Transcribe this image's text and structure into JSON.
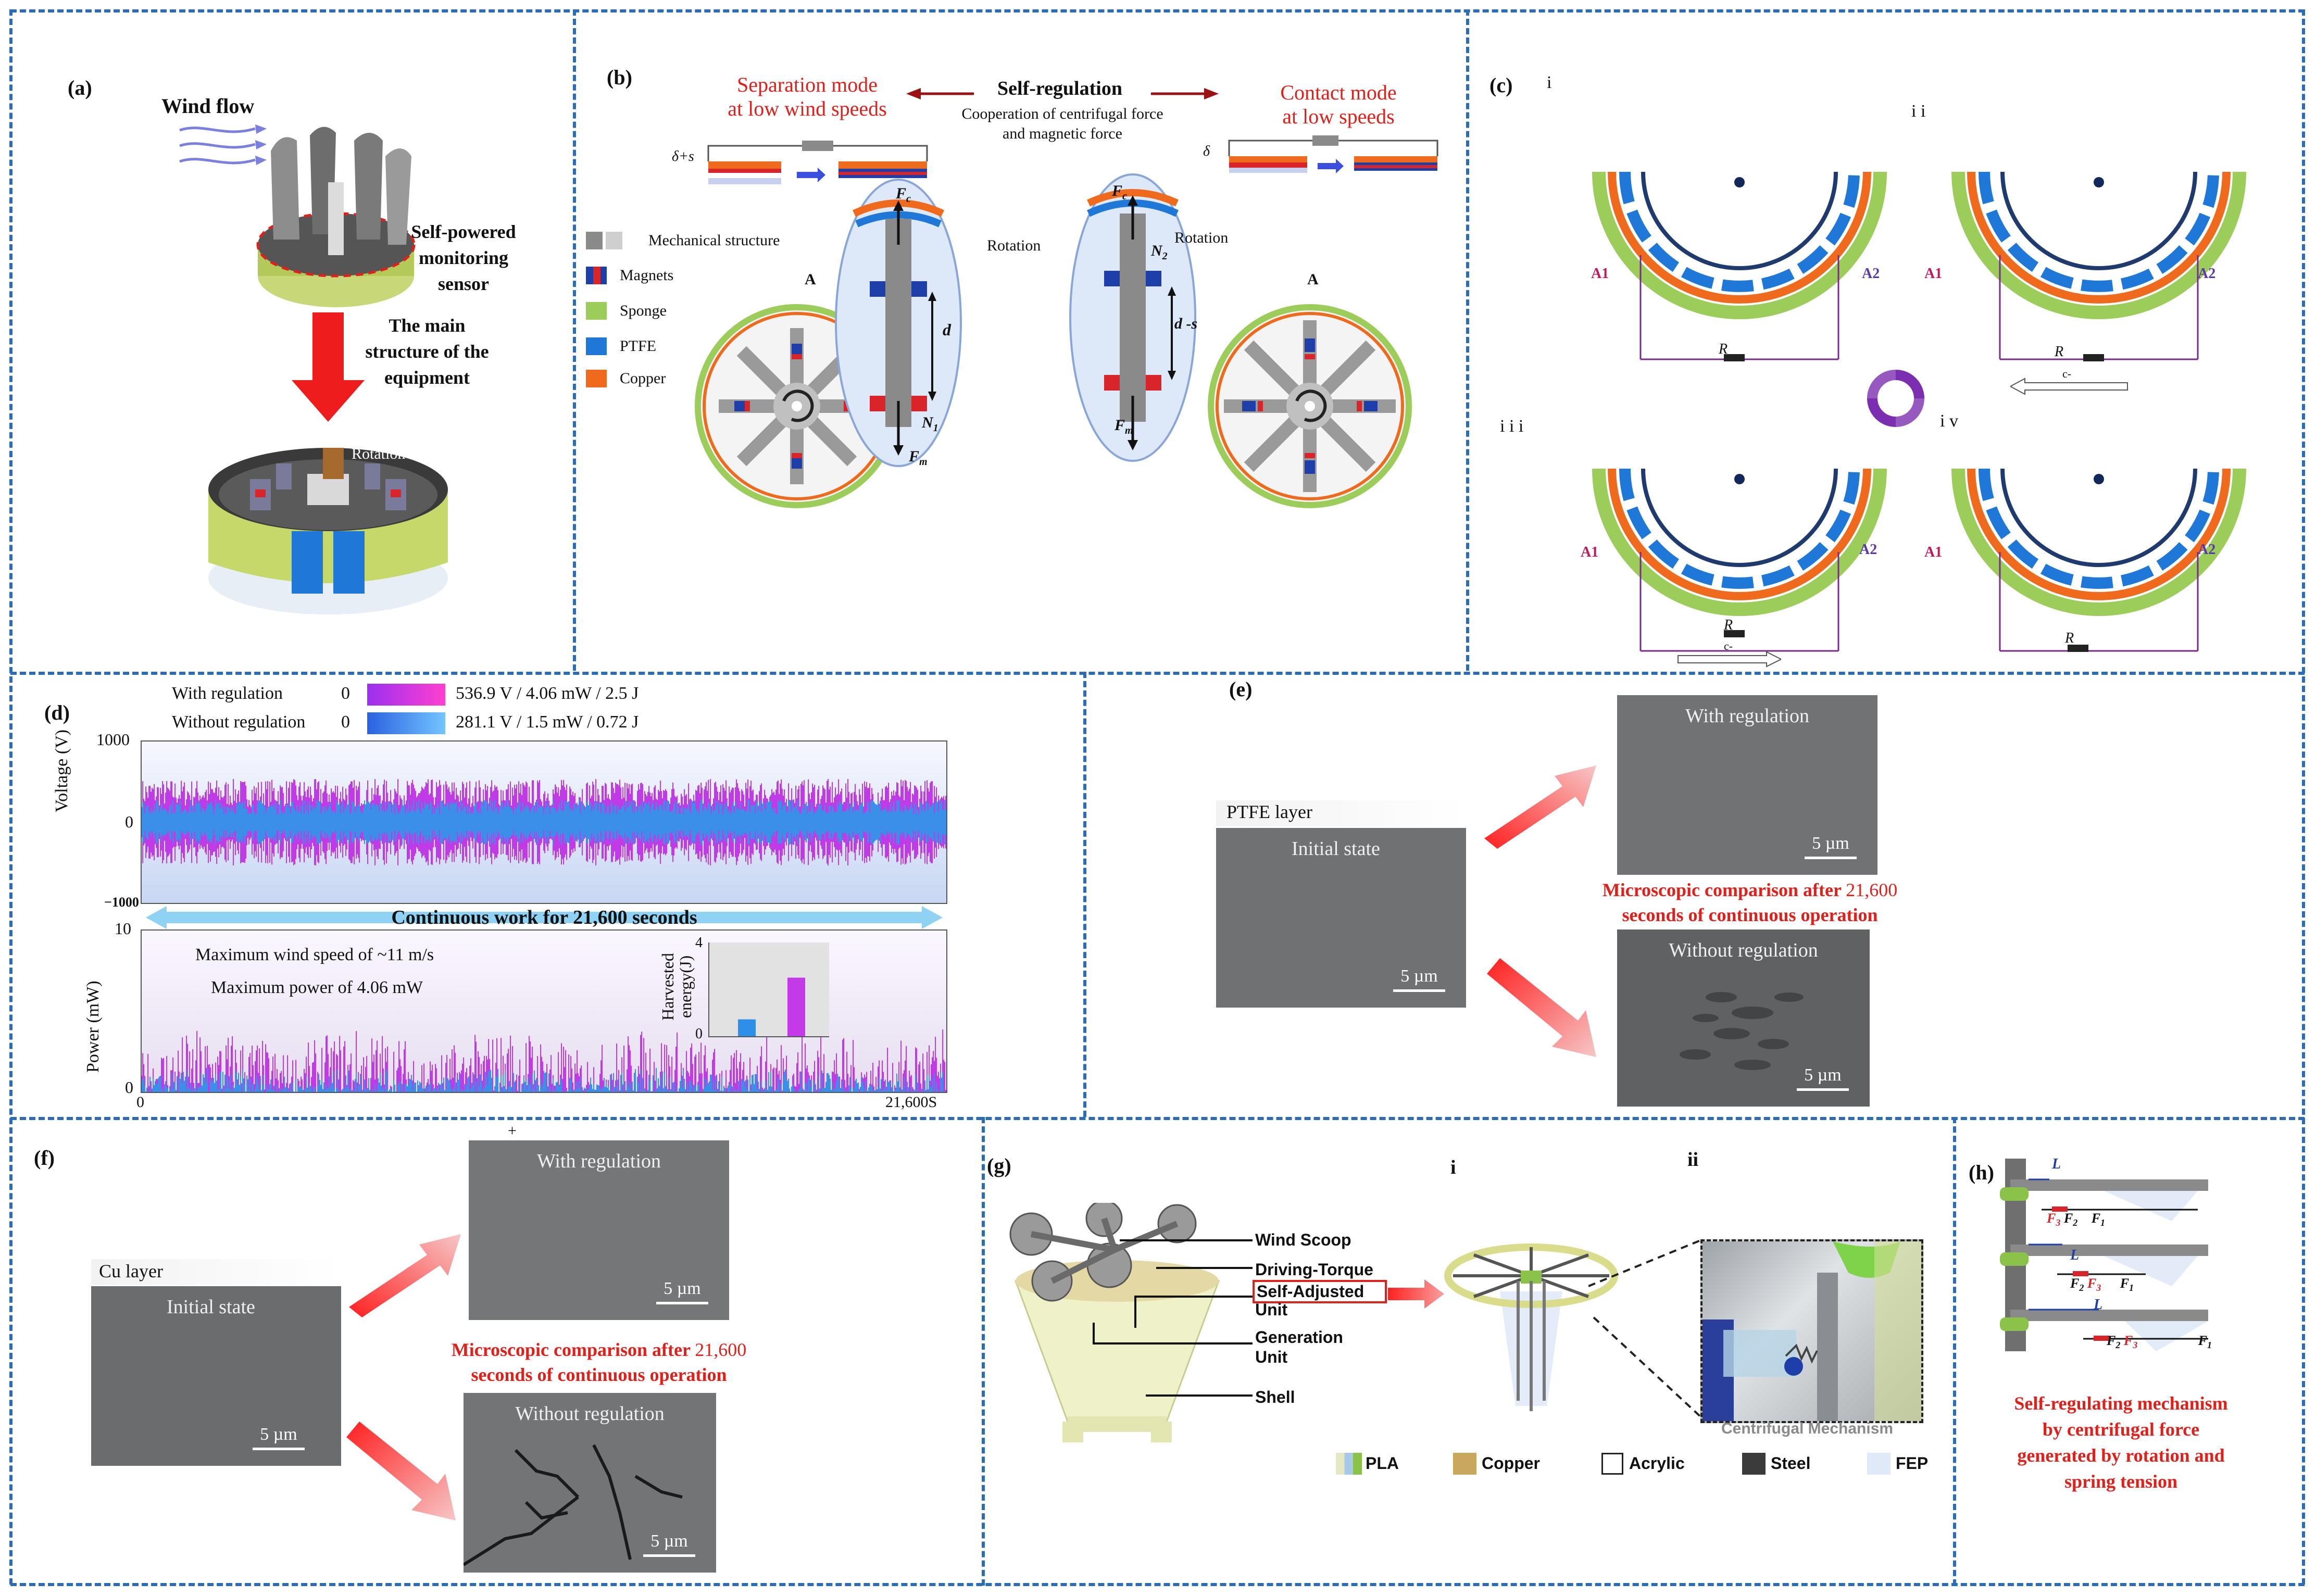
{
  "panels": {
    "a": {
      "label": "(a)",
      "wind_flow": "Wind flow",
      "sensor_line1": "Self-powered",
      "sensor_line2": "monitoring",
      "sensor_line3": "sensor",
      "main_line1": "The main",
      "main_line2": "structure of the",
      "main_line3": "equipment",
      "rotation": "Rotation"
    },
    "b": {
      "label": "(b)",
      "separation_line1": "Separation mode",
      "separation_line2": "at low wind speeds",
      "self_regulation": "Self-regulation",
      "cooperation_line1": "Cooperation of centrifugal force",
      "cooperation_line2": "and magnetic force",
      "contact_line1": "Contact mode",
      "contact_line2": "at low speeds",
      "legend": [
        {
          "label": "Mechanical structure",
          "color": "#8a8a8a",
          "color2": "#cfcfcf"
        },
        {
          "label": "Magnets",
          "color": "#1f3fa8",
          "color2": "#d9252a"
        },
        {
          "label": "Sponge",
          "color": "#9ccc5a"
        },
        {
          "label": "PTFE",
          "color": "#1f78d8"
        },
        {
          "label": "Copper",
          "color": "#ef6a1c"
        }
      ],
      "delta_s_left": "δ+s",
      "delta_right": "δ",
      "fc": "F",
      "fc_sub": "c",
      "fm": "F",
      "fm_sub": "m",
      "n1": "N",
      "n1_sub": "1",
      "n2": "N",
      "n2_sub": "2",
      "d": "d",
      "d_minus_s": "d -s",
      "rotation": "Rotation",
      "a_left": "A",
      "a_right": "A"
    },
    "c": {
      "label": "(c)",
      "i": "i",
      "ii": "i i",
      "iii": "i i i",
      "iv": "i v",
      "a1": "A1",
      "a2": "A2",
      "r": "R",
      "electron": "c-"
    },
    "d": {
      "label": "(d)",
      "with_regulation": "With regulation",
      "without_regulation": "Without regulation",
      "zero": "0",
      "with_values": "536.9 V / 4.06 mW / 2.5 J",
      "without_values": "281.1 V / 1.5 mW / 0.72 J",
      "voltage_ylabel": "Voltage (V)",
      "v_top": "1000",
      "v_mid": "0",
      "v_bottom": "−1000",
      "continuous": "Continuous work for 21,600 seconds",
      "power_ylabel": "Power (mW)",
      "p_top": "10",
      "p_bottom": "0",
      "x_start": "0",
      "x_end": "21,600S",
      "max_wind": "Maximum wind speed of ~11 m/s",
      "max_power": "Maximum power of 4.06 mW",
      "inset_ylabel_line1": "Harvested",
      "inset_ylabel_line2": "energy(J)",
      "inset_top": "4",
      "inset_zero": "0"
    },
    "e": {
      "label": "(e)",
      "layer": "PTFE  layer",
      "initial": "Initial state",
      "with": "With regulation",
      "without": "Without regulation",
      "scale": "5 µm",
      "caption_line1_a": "Microscopic comparison after ",
      "caption_line1_b": "21,600",
      "caption_line2": "seconds of continuous operation"
    },
    "f": {
      "label": "(f)",
      "plus": "+",
      "layer": "Cu  layer",
      "initial": "Initial state",
      "with": "With regulation",
      "without": "Without regulation",
      "scale": "5 µm",
      "caption_line1_a": "Microscopic comparison after ",
      "caption_line1_b": "21,600",
      "caption_line2": "seconds of continuous operation"
    },
    "g": {
      "label": "(g)",
      "i": "i",
      "ii": "ii",
      "wind_scoop": "Wind Scoop",
      "driving_torque": "Driving-Torque",
      "self_adjusted": "Self-Adjusted",
      "unit": "Unit",
      "generation": "Generation",
      "generation_unit": "Unit",
      "shell": "Shell",
      "centrifugal": "Centrifugal Mechanism",
      "materials": [
        {
          "label": "PLA",
          "color": "#e6e8c4"
        },
        {
          "label": "Copper",
          "color": "#c9a85e"
        },
        {
          "label": "Acrylic",
          "color": "#ffffff"
        },
        {
          "label": "Steel",
          "color": "#3b3b3b"
        },
        {
          "label": "FEP",
          "color": "#dfe9f7"
        }
      ]
    },
    "h": {
      "label": "(h)",
      "L": "L",
      "F1": "F",
      "F2": "F",
      "F3": "F",
      "sub1": "1",
      "sub2": "2",
      "sub3": "3",
      "caption_line1": "Self-regulating mechanism",
      "caption_line2": "by centrifugal force",
      "caption_line3": "generated by rotation and",
      "caption_line4": "spring tension"
    }
  },
  "chart_data": [
    {
      "type": "line",
      "title": "",
      "xlabel": "",
      "ylabel": "Voltage (V)",
      "xlim": [
        0,
        21600
      ],
      "ylim": [
        -1000,
        1000
      ],
      "series": [
        {
          "name": "With regulation",
          "peak_abs": 536.9
        },
        {
          "name": "Without regulation",
          "peak_abs": 281.1
        }
      ]
    },
    {
      "type": "line",
      "title": "",
      "xlabel": "",
      "ylabel": "Power (mW)",
      "xlim": [
        0,
        21600
      ],
      "ylim": [
        0,
        10
      ],
      "series": [
        {
          "name": "With regulation",
          "peak": 4.06
        },
        {
          "name": "Without regulation",
          "peak": 1.5
        }
      ]
    },
    {
      "type": "bar",
      "title": "",
      "ylabel": "Harvested energy(J)",
      "ylim": [
        0,
        4
      ],
      "categories": [
        "Without regulation",
        "With regulation"
      ],
      "values": [
        0.72,
        2.5
      ]
    }
  ]
}
